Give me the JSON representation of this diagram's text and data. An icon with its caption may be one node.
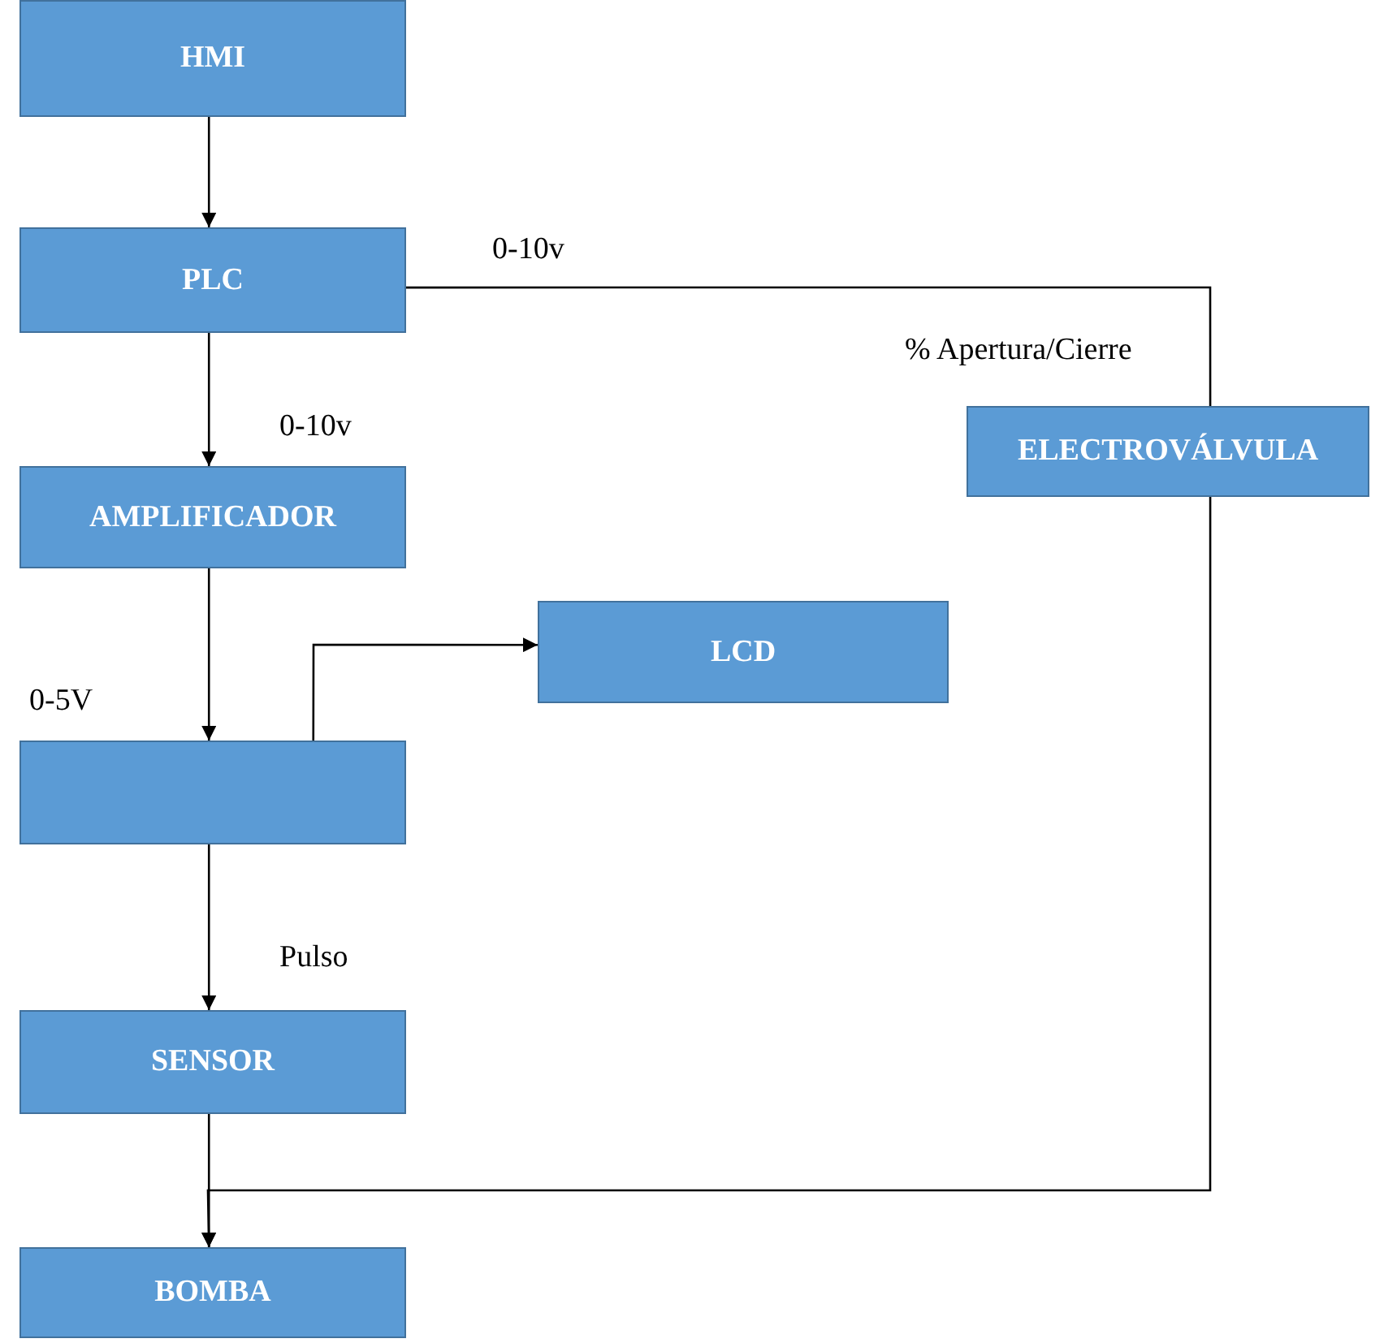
{
  "diagram": {
    "nodes": [
      {
        "text": [
          "HMI"
        ]
      },
      {
        "text": [
          "PLC"
        ]
      },
      {
        "text": [
          "ELECTROVÁLVULA"
        ]
      },
      {
        "text": [
          "AMPLIFICADOR"
        ]
      },
      {
        "text": [
          "LCD"
        ]
      },
      {
        "text": [],
        "shape": "box"
      },
      {
        "text": [
          "SENSOR"
        ]
      },
      {
        "text": [
          "BOMBA"
        ]
      }
    ],
    "edges": [
      {
        "from": 0,
        "to": 1,
        "arrow": "to"
      },
      {
        "from": 1,
        "to": 2,
        "arrow": "none",
        "label": "0-10v"
      },
      {
        "from": 1,
        "to": 3,
        "arrow": "to",
        "label": "0-10v"
      },
      {
        "from": 3,
        "to": 5,
        "arrow": "to",
        "label": "0-5V"
      },
      {
        "from": 5,
        "to": 4,
        "arrow": "to"
      },
      {
        "from": 5,
        "to": 6,
        "arrow": "to",
        "label": "Pulso"
      },
      {
        "from": 6,
        "to": 7,
        "arrow": "to"
      },
      {
        "from": 2,
        "to": 7,
        "arrow": "to"
      }
    ],
    "labels": [
      "% Apertura/Cierre"
    ]
  }
}
